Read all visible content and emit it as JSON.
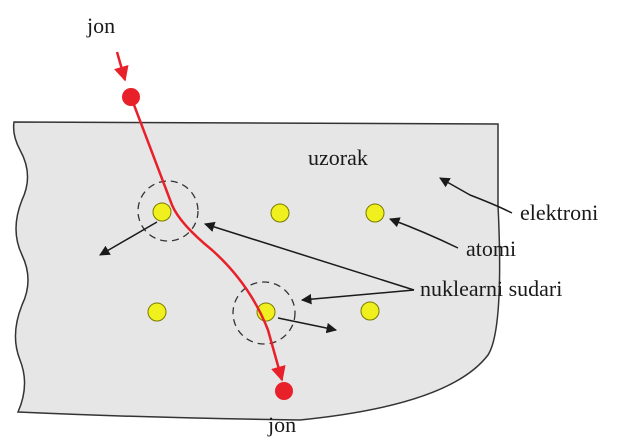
{
  "labels": {
    "ion_top": "jon",
    "ion_bottom": "jon",
    "sample": "uzorak",
    "electrons": "elektroni",
    "atoms": "atomi",
    "nuclear_collisions": "nuklearni sudari"
  },
  "colors": {
    "ion": "#e8202a",
    "atom": "#f0f01e",
    "atom_outline": "#7a7a00",
    "sample": "#e6e6e6",
    "outline": "#333333"
  }
}
